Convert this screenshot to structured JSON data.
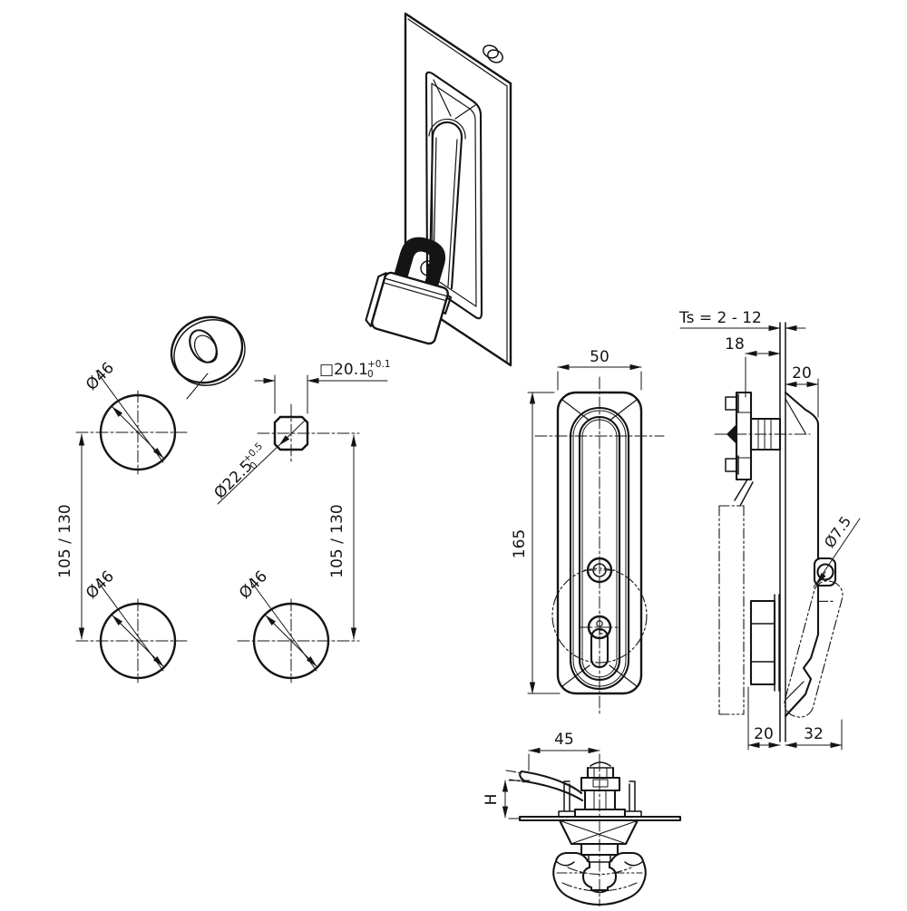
{
  "colors": {
    "line": "#141414",
    "background": "#ffffff"
  },
  "drilling_template": {
    "hole_top": "Ø46",
    "hole_bottom_left": "Ø46",
    "hole_bottom_right": "Ø46",
    "pitch_left": "105 / 130",
    "pitch_right": "105 / 130",
    "square_cutout": {
      "value": "□20.1",
      "tol_upper": "+0.1",
      "tol_lower": "0"
    },
    "round_cutout": {
      "value": "Ø22.5",
      "tol_upper": "+0.5",
      "tol_lower": "0"
    }
  },
  "front_view": {
    "width": "50",
    "height": "165"
  },
  "side_view": {
    "door_thickness_range": "Ts = 2 - 12",
    "clamp_depth": "18",
    "handle_depth": "20",
    "padlock_hole": "Ø7.5",
    "body_depth": "20",
    "swing_clearance": "32"
  },
  "bottom_view": {
    "handle_length": "45",
    "grip_height": "H"
  }
}
